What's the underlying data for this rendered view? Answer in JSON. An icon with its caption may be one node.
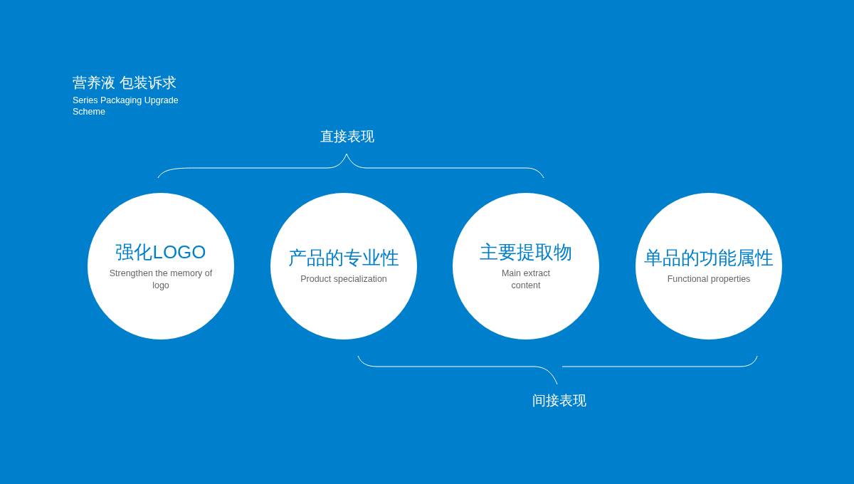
{
  "diagram": {
    "title": "营养液 包装诉求",
    "nodes": [
      {
        "text": [
          "强化LOGO",
          "Strengthen the memory of logo"
        ]
      },
      {
        "text": [
          "产品的专业性",
          "Product specialization"
        ]
      },
      {
        "text": [
          "主要提取物",
          "Main extract content"
        ]
      },
      {
        "text": [
          "单品的功能属性",
          "Functional properties"
        ]
      }
    ],
    "edges": [],
    "labels": [
      "Series Packaging Upgrade Scheme",
      "直接表现",
      "间接表现"
    ]
  }
}
